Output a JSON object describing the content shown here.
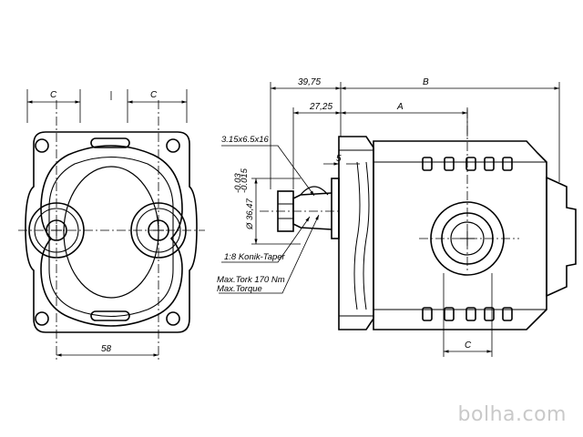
{
  "front_view": {
    "dim_left_c": "C",
    "dim_right_c": "C",
    "dim_bottom": "58"
  },
  "side_view": {
    "dim_overall_shaft": "39,75",
    "dim_overall_body": "B",
    "dim_flange_to_shaft_end": "27,25",
    "dim_a": "A",
    "dim_5": "5",
    "dim_bottom_c": "C",
    "key_spec": "3.15x6.5x16",
    "shaft_diameter": "Ø 36,47",
    "shaft_tol_upper": "-0.03",
    "shaft_tol_lower": "-0.015",
    "taper_label": "1:8 Konik-Taper",
    "torque_line1": "Max.Tork 170 Nm",
    "torque_line2": "Max.Torque"
  },
  "watermark": "bolha.com"
}
